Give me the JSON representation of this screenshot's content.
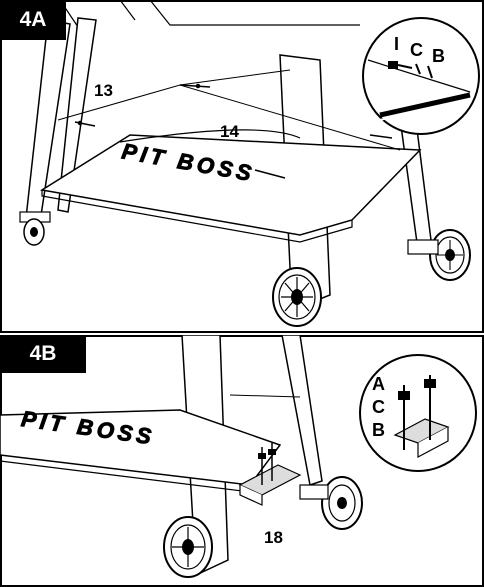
{
  "panels": [
    {
      "tag": "4A",
      "part_labels": [
        "13",
        "14"
      ],
      "inset_labels": [
        "I",
        "C",
        "B"
      ]
    },
    {
      "tag": "4B",
      "part_labels": [
        "18"
      ],
      "inset_labels": [
        "A",
        "C",
        "B"
      ]
    }
  ],
  "brand_text": "PIT BOSS",
  "colors": {
    "ink": "#000000",
    "paper": "#ffffff",
    "tag_bg": "#000000",
    "light_gray": "#dddddd"
  }
}
